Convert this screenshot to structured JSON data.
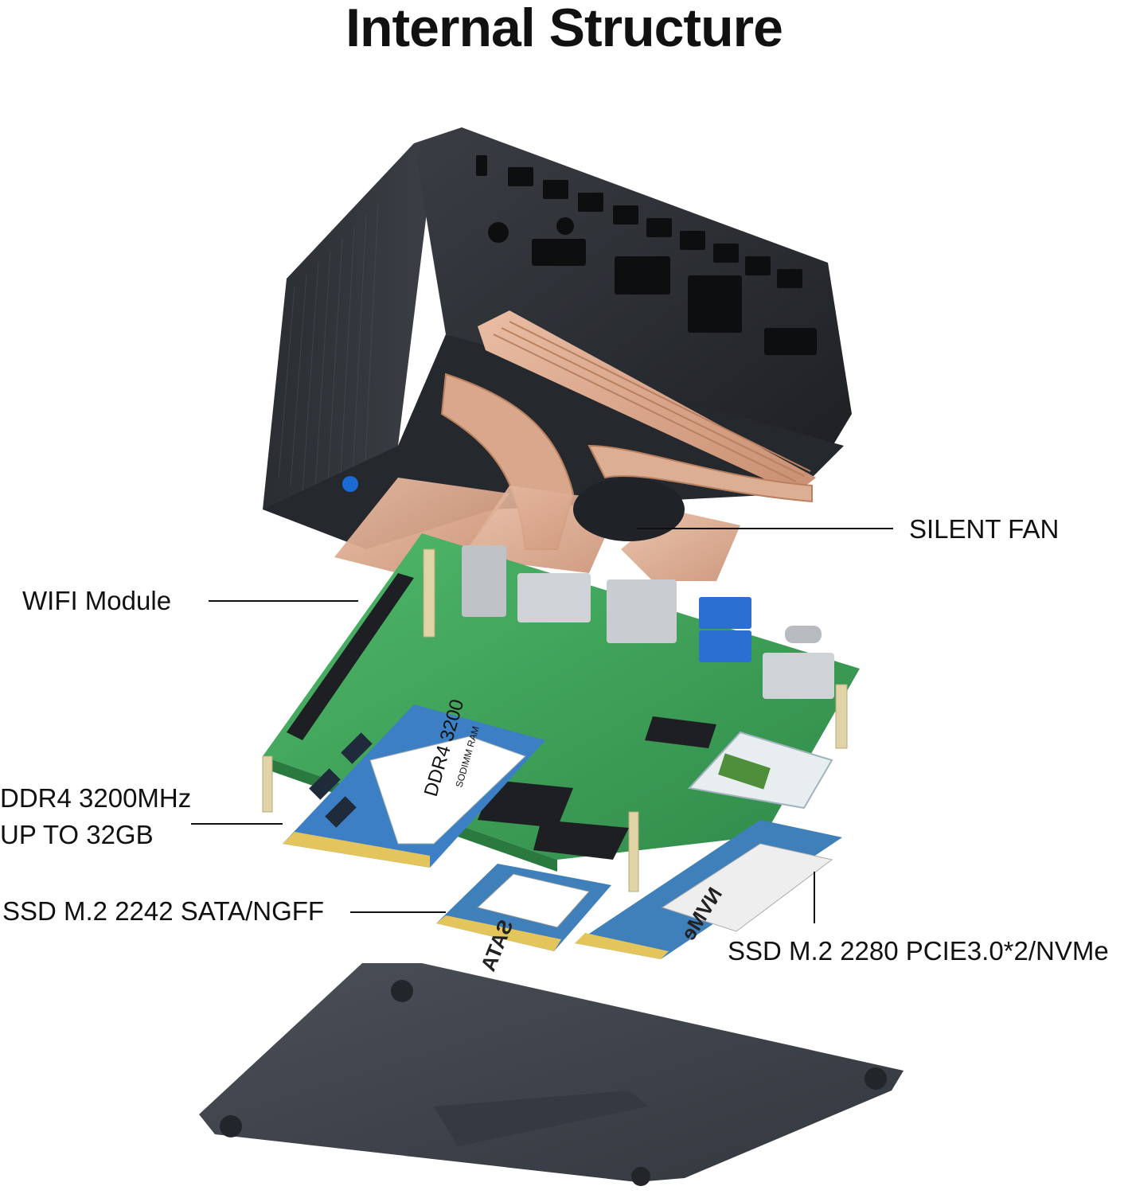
{
  "title": "Internal Structure",
  "callouts": {
    "silent_fan": "SILENT FAN",
    "wifi_module": "WIFI Module",
    "ddr4_line1": "DDR4 3200MHz",
    "ddr4_line2": "UP TO 32GB",
    "ssd_sata": "SSD M.2 2242 SATA/NGFF",
    "ssd_nvme": "SSD M.2 2280 PCIE3.0*2/NVMe"
  },
  "component_labels": {
    "ram_stick": "DDR4 3200",
    "ram_vendor": "SODIMM RAM",
    "sata_card": "SATA",
    "nvme_card": "NVMe"
  },
  "colors": {
    "case": "#2b2e33",
    "copper": "#d6a186",
    "pcb": "#3aa35a",
    "ram": "#3c7fc4",
    "bottom_plate": "#3d424a"
  }
}
